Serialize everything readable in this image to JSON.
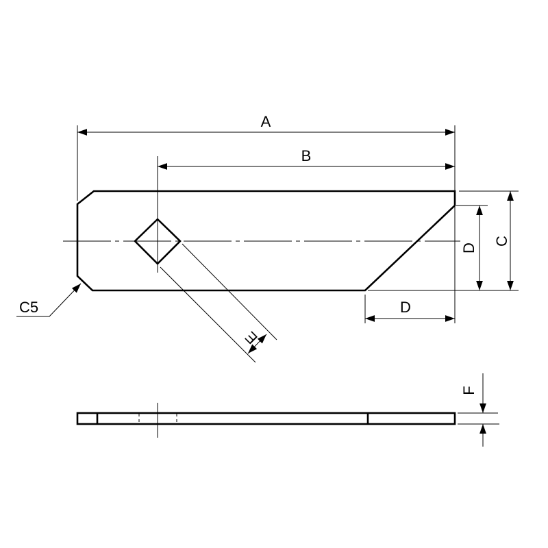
{
  "drawing": {
    "dimensions": {
      "a": "A",
      "b": "B",
      "c": "C",
      "d_vertical": "D",
      "d_horizontal": "D",
      "e": "E",
      "f": "F",
      "chamfer": "C5"
    },
    "colors": {
      "line": "#000000",
      "background": "#ffffff"
    }
  }
}
